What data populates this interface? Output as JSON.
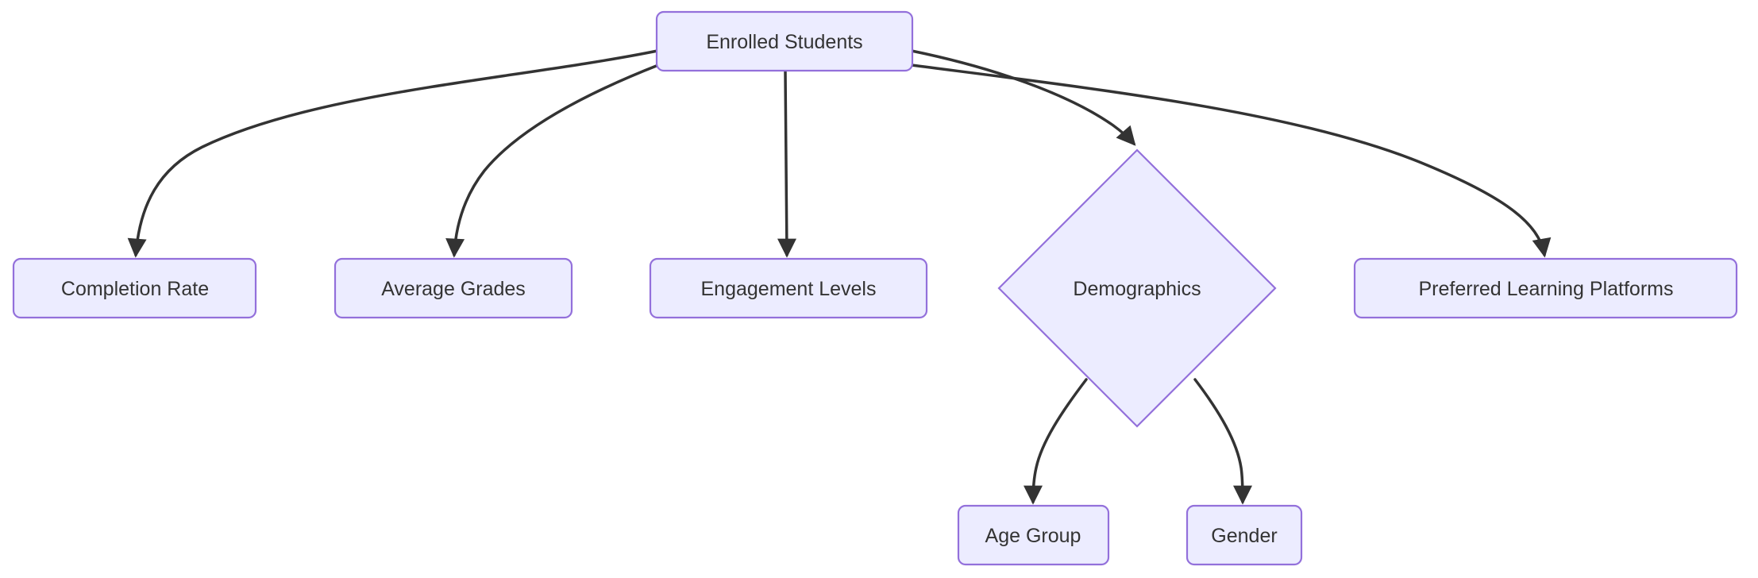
{
  "diagram": {
    "type": "flowchart",
    "direction": "top-down",
    "nodes": {
      "enrolled_students": {
        "label": "Enrolled Students",
        "shape": "rounded-rect"
      },
      "completion_rate": {
        "label": "Completion Rate",
        "shape": "rounded-rect"
      },
      "average_grades": {
        "label": "Average Grades",
        "shape": "rounded-rect"
      },
      "engagement_levels": {
        "label": "Engagement Levels",
        "shape": "rounded-rect"
      },
      "demographics": {
        "label": "Demographics",
        "shape": "diamond"
      },
      "preferred_learning_platforms": {
        "label": "Preferred Learning Platforms",
        "shape": "rounded-rect"
      },
      "age_group": {
        "label": "Age Group",
        "shape": "rounded-rect"
      },
      "gender": {
        "label": "Gender",
        "shape": "rounded-rect"
      }
    },
    "edges": [
      {
        "from": "Enrolled Students",
        "to": "Completion Rate"
      },
      {
        "from": "Enrolled Students",
        "to": "Average Grades"
      },
      {
        "from": "Enrolled Students",
        "to": "Engagement Levels"
      },
      {
        "from": "Enrolled Students",
        "to": "Demographics"
      },
      {
        "from": "Enrolled Students",
        "to": "Preferred Learning Platforms"
      },
      {
        "from": "Demographics",
        "to": "Age Group"
      },
      {
        "from": "Demographics",
        "to": "Gender"
      }
    ],
    "colors": {
      "node_fill": "#ECECFF",
      "node_border": "#9370DB",
      "edge": "#333333",
      "text": "#333333",
      "background": "#FFFFFF"
    }
  }
}
